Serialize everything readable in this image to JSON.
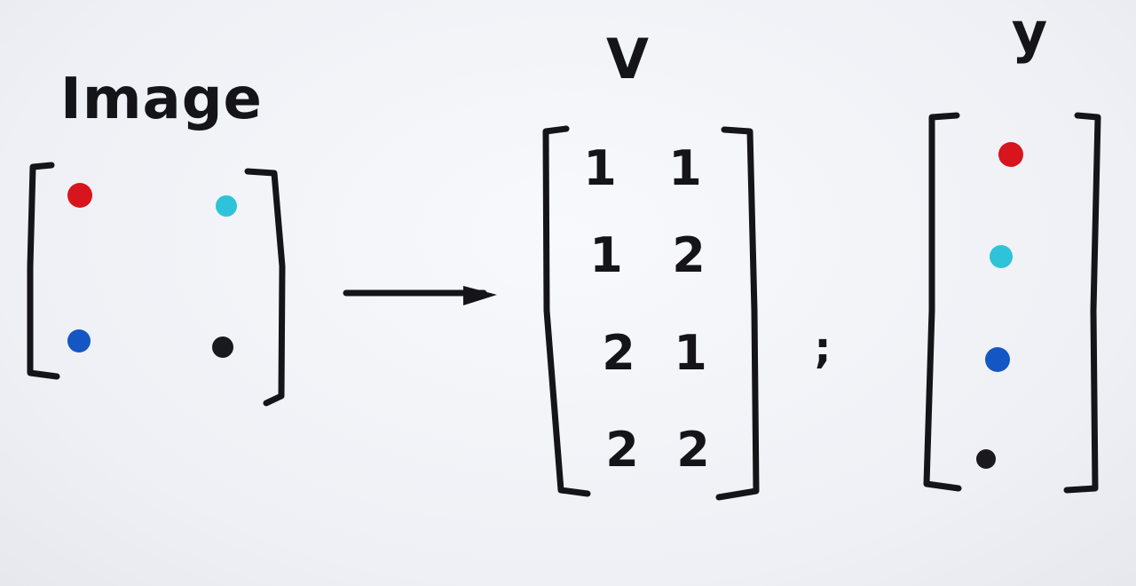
{
  "image": {
    "label": "Image",
    "pixels": [
      {
        "row": 1,
        "col": 1,
        "color": "#d8141c"
      },
      {
        "row": 1,
        "col": 2,
        "color": "#2ec3d8"
      },
      {
        "row": 2,
        "col": 1,
        "color": "#1457c4"
      },
      {
        "row": 2,
        "col": 2,
        "color": "#1a1a1e"
      }
    ]
  },
  "v": {
    "label": "V",
    "rows": [
      [
        "1",
        "1"
      ],
      [
        "1",
        "2"
      ],
      [
        "2",
        "1"
      ],
      [
        "2",
        "2"
      ]
    ]
  },
  "separator": ";",
  "y": {
    "label": "y",
    "entries": [
      "#d8141c",
      "#2ec3d8",
      "#1457c4",
      "#1a1a1e"
    ]
  }
}
